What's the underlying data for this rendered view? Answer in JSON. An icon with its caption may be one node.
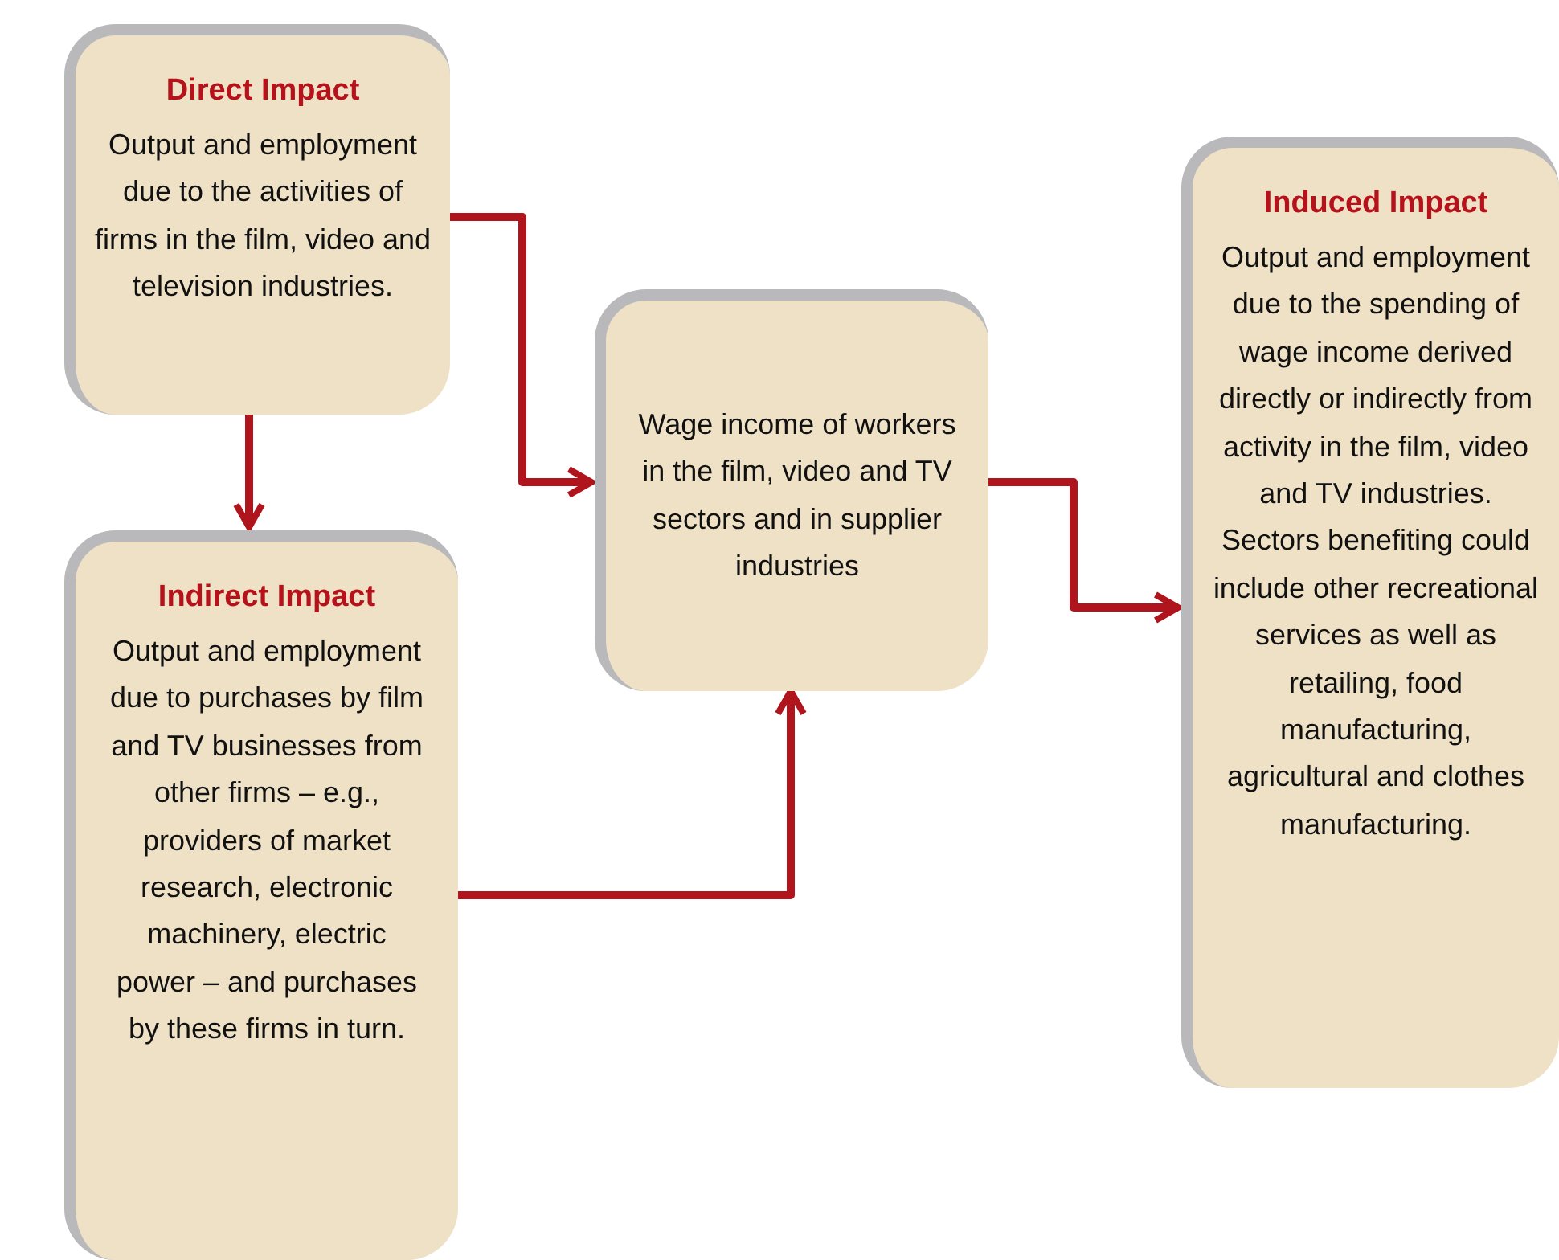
{
  "diagram": {
    "nodes": [
      {
        "text": [
          "Direct Impact",
          "Output and employment due to the activities of firms in the film, video and television industries."
        ]
      },
      {
        "text": [
          "Indirect Impact",
          "Output and employment due to purchases by film and TV businesses from other firms – e.g., providers of market research, electronic machinery, electric power – and purchases by these firms in turn."
        ]
      },
      {
        "text": [
          "Wage income of workers in the film, video and TV sectors and in supplier industries"
        ]
      },
      {
        "text": [
          "Induced Impact",
          "Output and employment due to the spending of wage income derived directly or indirectly from activity in the film, video and TV industries. Sectors benefiting could include other recreational services as well as retailing, food manufacturing, agricultural and clothes manufacturing."
        ]
      }
    ],
    "edges": [
      {
        "from": 0,
        "to": 2,
        "arrow": "to"
      },
      {
        "from": 0,
        "to": 1,
        "arrow": "to"
      },
      {
        "from": 1,
        "to": 2,
        "arrow": "to"
      },
      {
        "from": 2,
        "to": 3,
        "arrow": "to"
      }
    ]
  }
}
